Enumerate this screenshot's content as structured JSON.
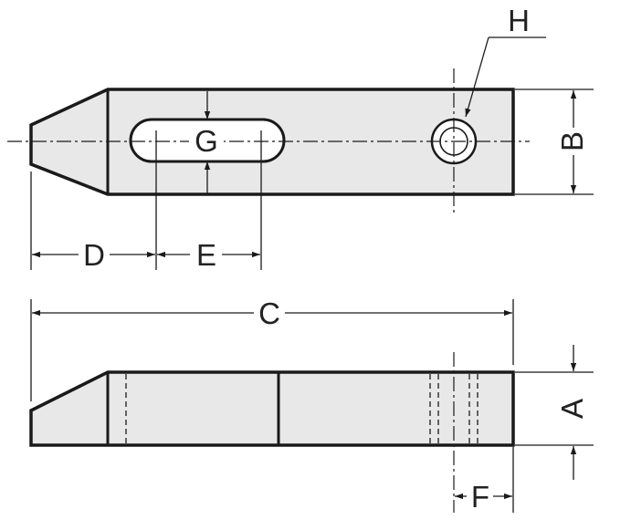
{
  "labels": {
    "a": "A",
    "b": "B",
    "c": "C",
    "d": "D",
    "e": "E",
    "f": "F",
    "g": "G",
    "h": "H"
  },
  "colors": {
    "part_fill": "#e8e8e8",
    "line": "#1a1a1a",
    "background": "#ffffff"
  }
}
